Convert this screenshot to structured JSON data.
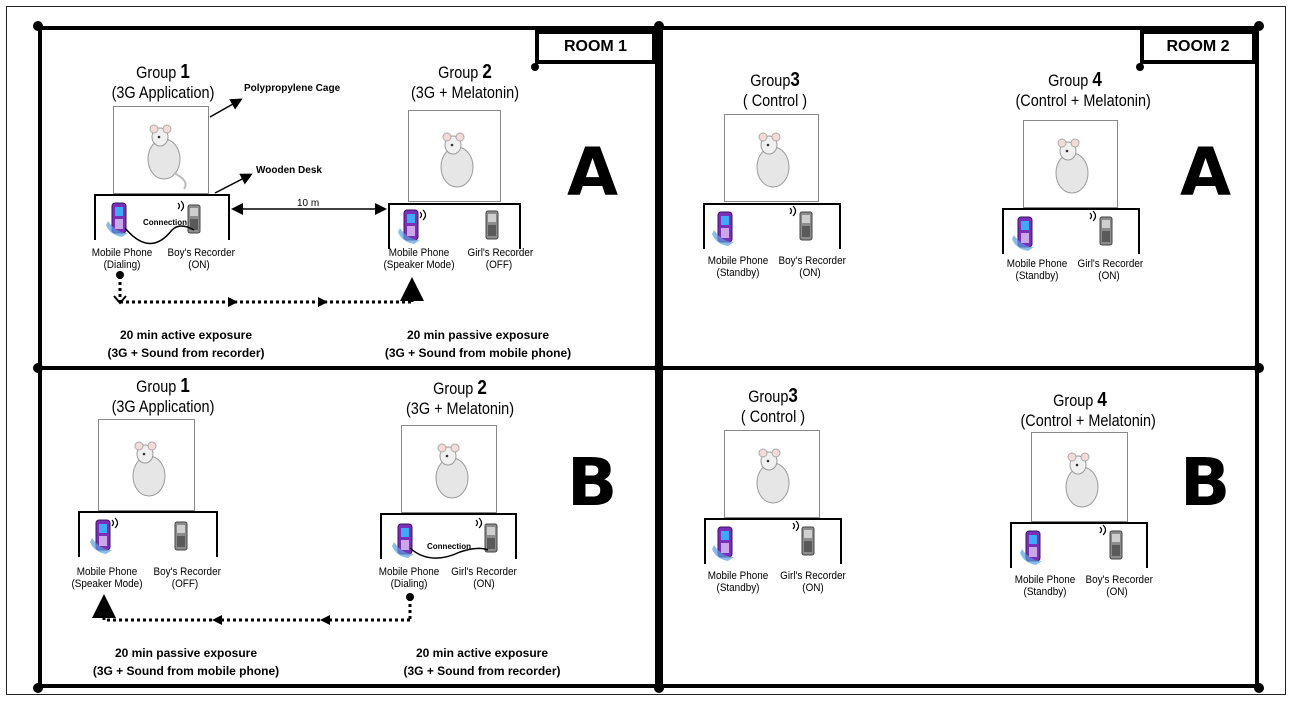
{
  "rooms": {
    "room1": "ROOM 1",
    "room2": "ROOM 2"
  },
  "letters": {
    "a": "A",
    "b": "B"
  },
  "groups": {
    "g1": {
      "word": "Group",
      "num": "1",
      "sub": "(3G Application)"
    },
    "g2": {
      "word": "Group",
      "num": "2",
      "sub": "(3G + Melatonin)"
    },
    "g3": {
      "word": "Group",
      "num": "3",
      "sub": "( Control )"
    },
    "g4": {
      "word": "Group",
      "num": "4",
      "sub": "(Control + Melatonin)"
    }
  },
  "annotations": {
    "cage": "Polypropylene Cage",
    "desk": "Wooden Desk",
    "distance": "10 m",
    "connection": "Connection"
  },
  "devices": {
    "phone_dialing": [
      "Mobile Phone",
      "(Dialing)"
    ],
    "phone_speaker": [
      "Mobile Phone",
      "(Speaker Mode)"
    ],
    "phone_standby": [
      "Mobile Phone",
      "(Standby)"
    ],
    "boy_on": [
      "Boy's Recorder",
      "(ON)"
    ],
    "boy_off": [
      "Boy's Recorder",
      "(OFF)"
    ],
    "girl_on": [
      "Girl's Recorder",
      "(ON)"
    ],
    "girl_off": [
      "Girl's Recorder",
      "(OFF)"
    ]
  },
  "exposure": {
    "active": [
      "20 min active exposure",
      "(3G + Sound from recorder)"
    ],
    "passive": [
      "20 min passive exposure",
      "(3G + Sound from mobile phone)"
    ]
  },
  "colors": {
    "phone": "#7a2fb8",
    "phone_screen": "#3fa9f5",
    "recorder": "#8c8c8c"
  },
  "icons": {
    "animal": "rat-icon",
    "phone": "mobile-phone-icon",
    "recorder": "voice-recorder-icon"
  }
}
